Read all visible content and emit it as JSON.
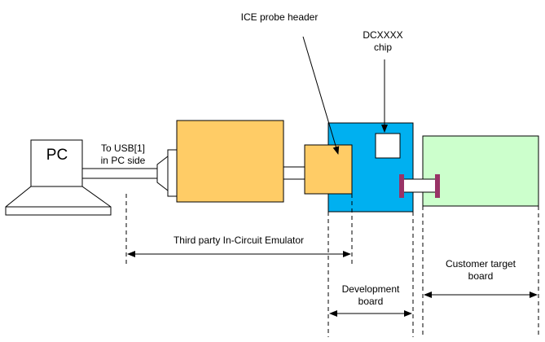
{
  "labels": {
    "pc": "PC",
    "usb_line1": "To USB[1]",
    "usb_line2": "in PC side",
    "ice_probe_header": "ICE probe header",
    "chip_line1": "DCXXXX",
    "chip_line2": "chip",
    "emulator": "Third party In-Circuit Emulator",
    "dev_board_line1": "Development",
    "dev_board_line2": "board",
    "customer_line1": "Customer target",
    "customer_line2": "board"
  },
  "colors": {
    "emulator_fill": "#ffcc66",
    "probe_fill": "#ffcc66",
    "dev_board_fill": "#00b0f0",
    "customer_board_fill": "#ccffcc",
    "connector_fill": "#993366",
    "chip_fill": "#ffffff",
    "line": "#000000"
  }
}
